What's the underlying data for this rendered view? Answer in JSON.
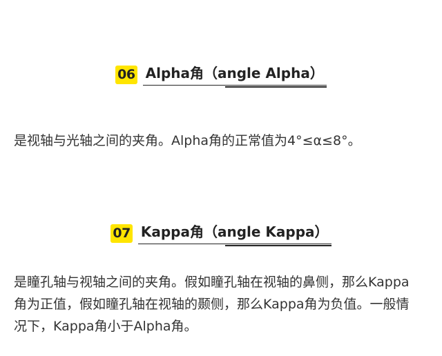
{
  "sections": [
    {
      "number": "06",
      "title": "Alpha角（angle Alpha）",
      "body": "是视轴与光轴之间的夹角。Alpha角的正常值为4°≤α≤8°。"
    },
    {
      "number": "07",
      "title": "Kappa角（angle Kappa）",
      "body": "是瞳孔轴与视轴之间的夹角。假如瞳孔轴在视轴的鼻侧，那么Kappa角为正值，假如瞳孔轴在视轴的颞侧，那么Kappa角为负值。一般情况下，Kappa角小于Alpha角。"
    }
  ],
  "colors": {
    "badge_background": "#ffe500",
    "heading_text": "#222222",
    "body_text": "#333333",
    "page_background": "#ffffff"
  }
}
